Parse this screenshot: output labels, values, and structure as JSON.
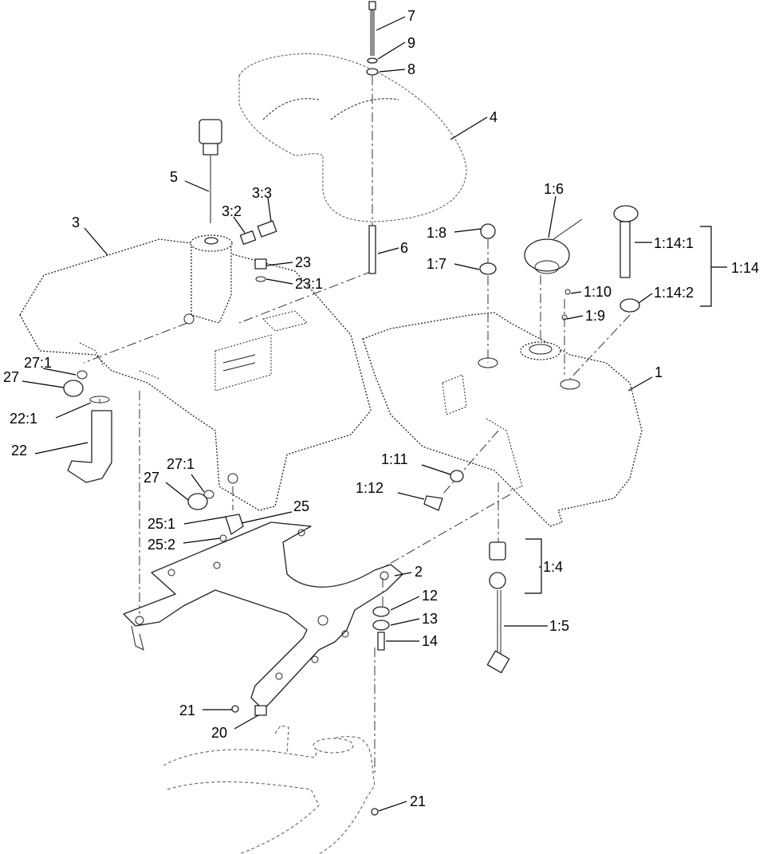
{
  "diagram": {
    "callouts": {
      "c7": "7",
      "c9": "9",
      "c8": "8",
      "c4": "4",
      "c5": "5",
      "c3_3": "3:3",
      "c3_2": "3:2",
      "c3": "3",
      "c23": "23",
      "c23_1": "23:1",
      "c6": "6",
      "c1_6": "1:6",
      "c1_8": "1:8",
      "c1_7": "1:7",
      "c1_14_1": "1:14:1",
      "c1_14": "1:14",
      "c1_10": "1:10",
      "c1_14_2": "1:14:2",
      "c1_9": "1:9",
      "c1": "1",
      "c27_1a": "27:1",
      "c27a": "27",
      "c22_1": "22:1",
      "c22": "22",
      "c1_11": "1:11",
      "c1_12": "1:12",
      "c27_1b": "27:1",
      "c27b": "27",
      "c25": "25",
      "c25_1": "25:1",
      "c25_2": "25:2",
      "c2": "2",
      "c1_4": "1:4",
      "c12": "12",
      "c13": "13",
      "c14": "14",
      "c1_5": "1:5",
      "c21a": "21",
      "c20": "20",
      "c21b": "21"
    }
  }
}
